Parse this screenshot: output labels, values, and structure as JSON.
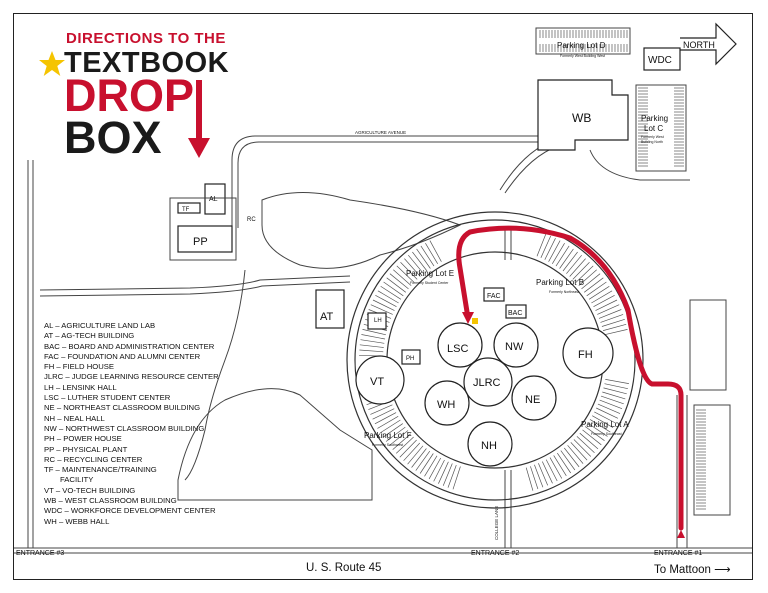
{
  "title": {
    "line1": "DIRECTIONS TO THE",
    "line2": "TEXTBOOK",
    "line3": "DROP",
    "line4": "BOX"
  },
  "north_label": "NORTH",
  "road_labels": {
    "agriculture_avenue": "AGRICULTURE   AVENUE",
    "college_lane": "COLLEGE LANE",
    "us_route": "U. S. Route 45",
    "to_mattoon": "To Mattoon",
    "to_mattoon_arrow": "⟶"
  },
  "entrances": {
    "e3": "ENTRANCE #3",
    "e2": "ENTRANCE #2",
    "e1": "ENTRANCE #1"
  },
  "parking": {
    "lot_d": "Parking Lot D",
    "lot_d_sub": "Formerly West Building West",
    "lot_c_l1": "Parking",
    "lot_c_l2": "Lot C",
    "lot_c_sub1": "Formerly West",
    "lot_c_sub2": "Building North",
    "lot_e": "Parking Lot E",
    "lot_e_sub": "Formerly Student Center",
    "lot_b": "Parking Lot B",
    "lot_b_sub": "Formerly Northeast",
    "lot_f": "Parking Lot F",
    "lot_f_sub": "Formerly Southwest",
    "lot_a": "Parking Lot A",
    "lot_a_sub": "Formerly Southeast"
  },
  "buildings": {
    "wdc": "WDC",
    "wb": "WB",
    "al": "AL",
    "tf": "TF",
    "rc": "RC",
    "pp": "PP",
    "at": "AT",
    "fac": "FAC",
    "bac": "BAC",
    "lh": "LH",
    "ph": "PH",
    "lsc": "LSC",
    "nw": "NW",
    "fh": "FH",
    "vt": "VT",
    "jlrc": "JLRC",
    "wh": "WH",
    "ne": "NE",
    "nh": "NH"
  },
  "legend": [
    "AL – AGRICULTURE LAND LAB",
    "AT – AG-TECH BUILDING",
    "BAC – BOARD AND ADMINISTRATION CENTER",
    "FAC – FOUNDATION AND ALUMNI CENTER",
    "FH – FIELD HOUSE",
    "JLRC – JUDGE LEARNING RESOURCE CENTER",
    "LH – LENSINK HALL",
    "LSC – LUTHER STUDENT CENTER",
    "NE – NORTHEAST CLASSROOM BUILDING",
    "NH – NEAL HALL",
    "NW – NORTHWEST CLASSROOM BUILDING",
    "PH – POWER HOUSE",
    "PP – PHYSICAL PLANT",
    "RC – RECYCLING CENTER",
    "TF – MAINTENANCE/TRAINING",
    "FACILITY",
    "VT – VO-TECH BUILDING",
    "WB – WEST CLASSROOM BUILDING",
    "WDC – WORKFORCE DEVELOPMENT CENTER",
    "WH – WEBB HALL"
  ],
  "colors": {
    "route": "#c8102e",
    "star": "#f5c400",
    "ink": "#1a1a1a"
  }
}
